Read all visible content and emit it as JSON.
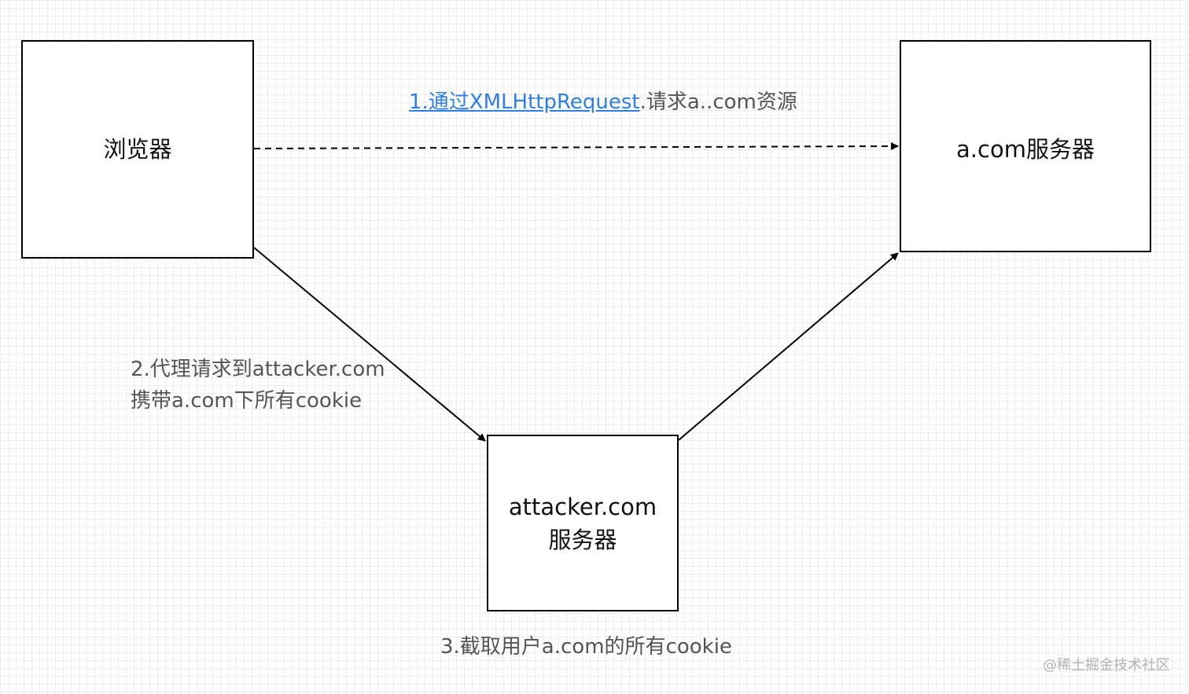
{
  "nodes": {
    "browser": {
      "label": "浏览器"
    },
    "acom_server": {
      "label": "a.com服务器"
    },
    "attacker_server": {
      "label": "attacker.com\n服务器"
    }
  },
  "edges": {
    "step1": {
      "label_link": "1.通过XMLHttpRequest",
      "label_rest": ".请求a..com资源",
      "style": "dashed"
    },
    "step2": {
      "label_line1": "2.代理请求到attacker.com",
      "label_line2": "携带a.com下所有cookie",
      "style": "solid"
    },
    "step3": {
      "label": "3.截取用户a.com的所有cookie",
      "style": "solid"
    }
  },
  "watermark": "@稀土掘金技术社区",
  "colors": {
    "link": "#2f7ee6",
    "edge_label": "#555555",
    "line": "#000000"
  }
}
